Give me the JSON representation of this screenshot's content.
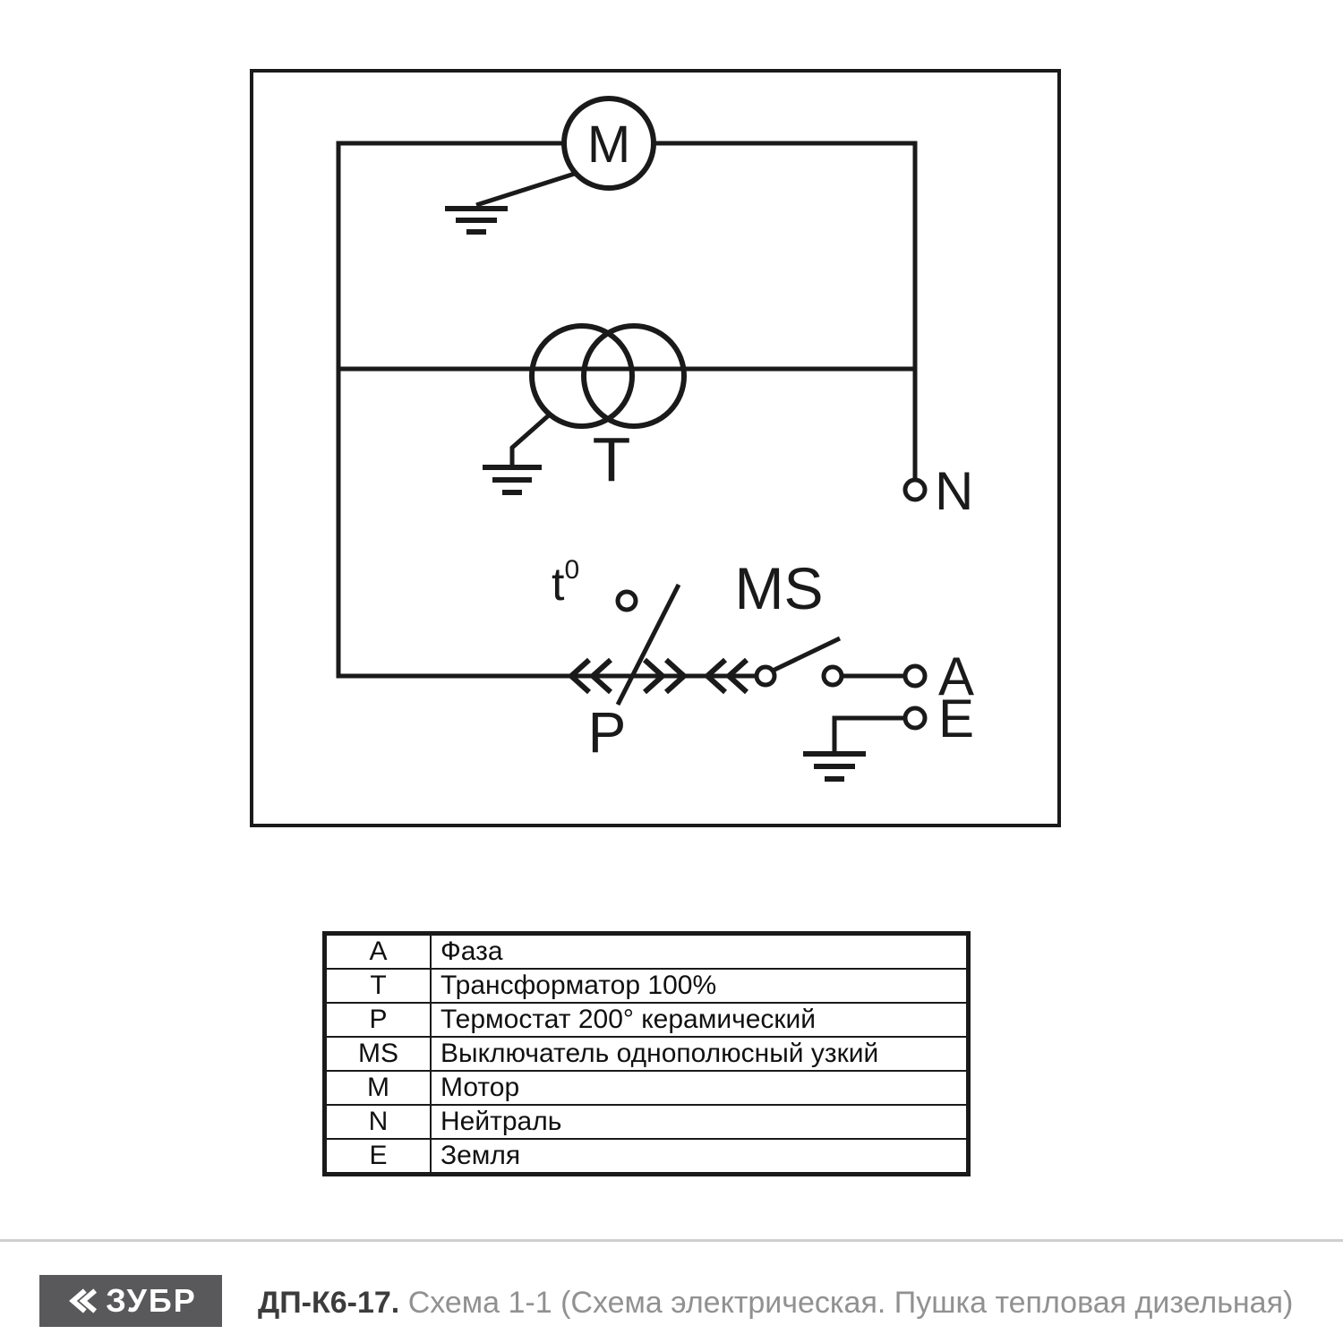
{
  "schematic": {
    "motor_label": "M",
    "transformer_label": "T",
    "neutral_label": "N",
    "thermostat_t": "t",
    "thermostat_sup": "0",
    "thermostat_label": "P",
    "switch_label": "MS",
    "phase_label": "A",
    "earth_label": "E"
  },
  "legend": {
    "rows": [
      {
        "symbol": "A",
        "description": "Фаза"
      },
      {
        "symbol": "T",
        "description": "Трансформатор 100%"
      },
      {
        "symbol": "P",
        "description": "Термостат 200° керамический"
      },
      {
        "symbol": "MS",
        "description": "Выключатель однополюсный узкий"
      },
      {
        "symbol": "M",
        "description": "Мотор"
      },
      {
        "symbol": "N",
        "description": "Нейтраль"
      },
      {
        "symbol": "E",
        "description": "Земля"
      }
    ]
  },
  "footer": {
    "logo_text": "ЗУБР",
    "model": "ДП-К6-17.",
    "caption": "Схема 1-1 (Схема электрическая. Пушка тепловая дизельная)"
  },
  "colors": {
    "line": "#1a1a1a",
    "logo_bg": "#59595b",
    "caption_gray": "#919191",
    "model_color": "#3c3c3c",
    "divider": "#cfcfcf"
  }
}
